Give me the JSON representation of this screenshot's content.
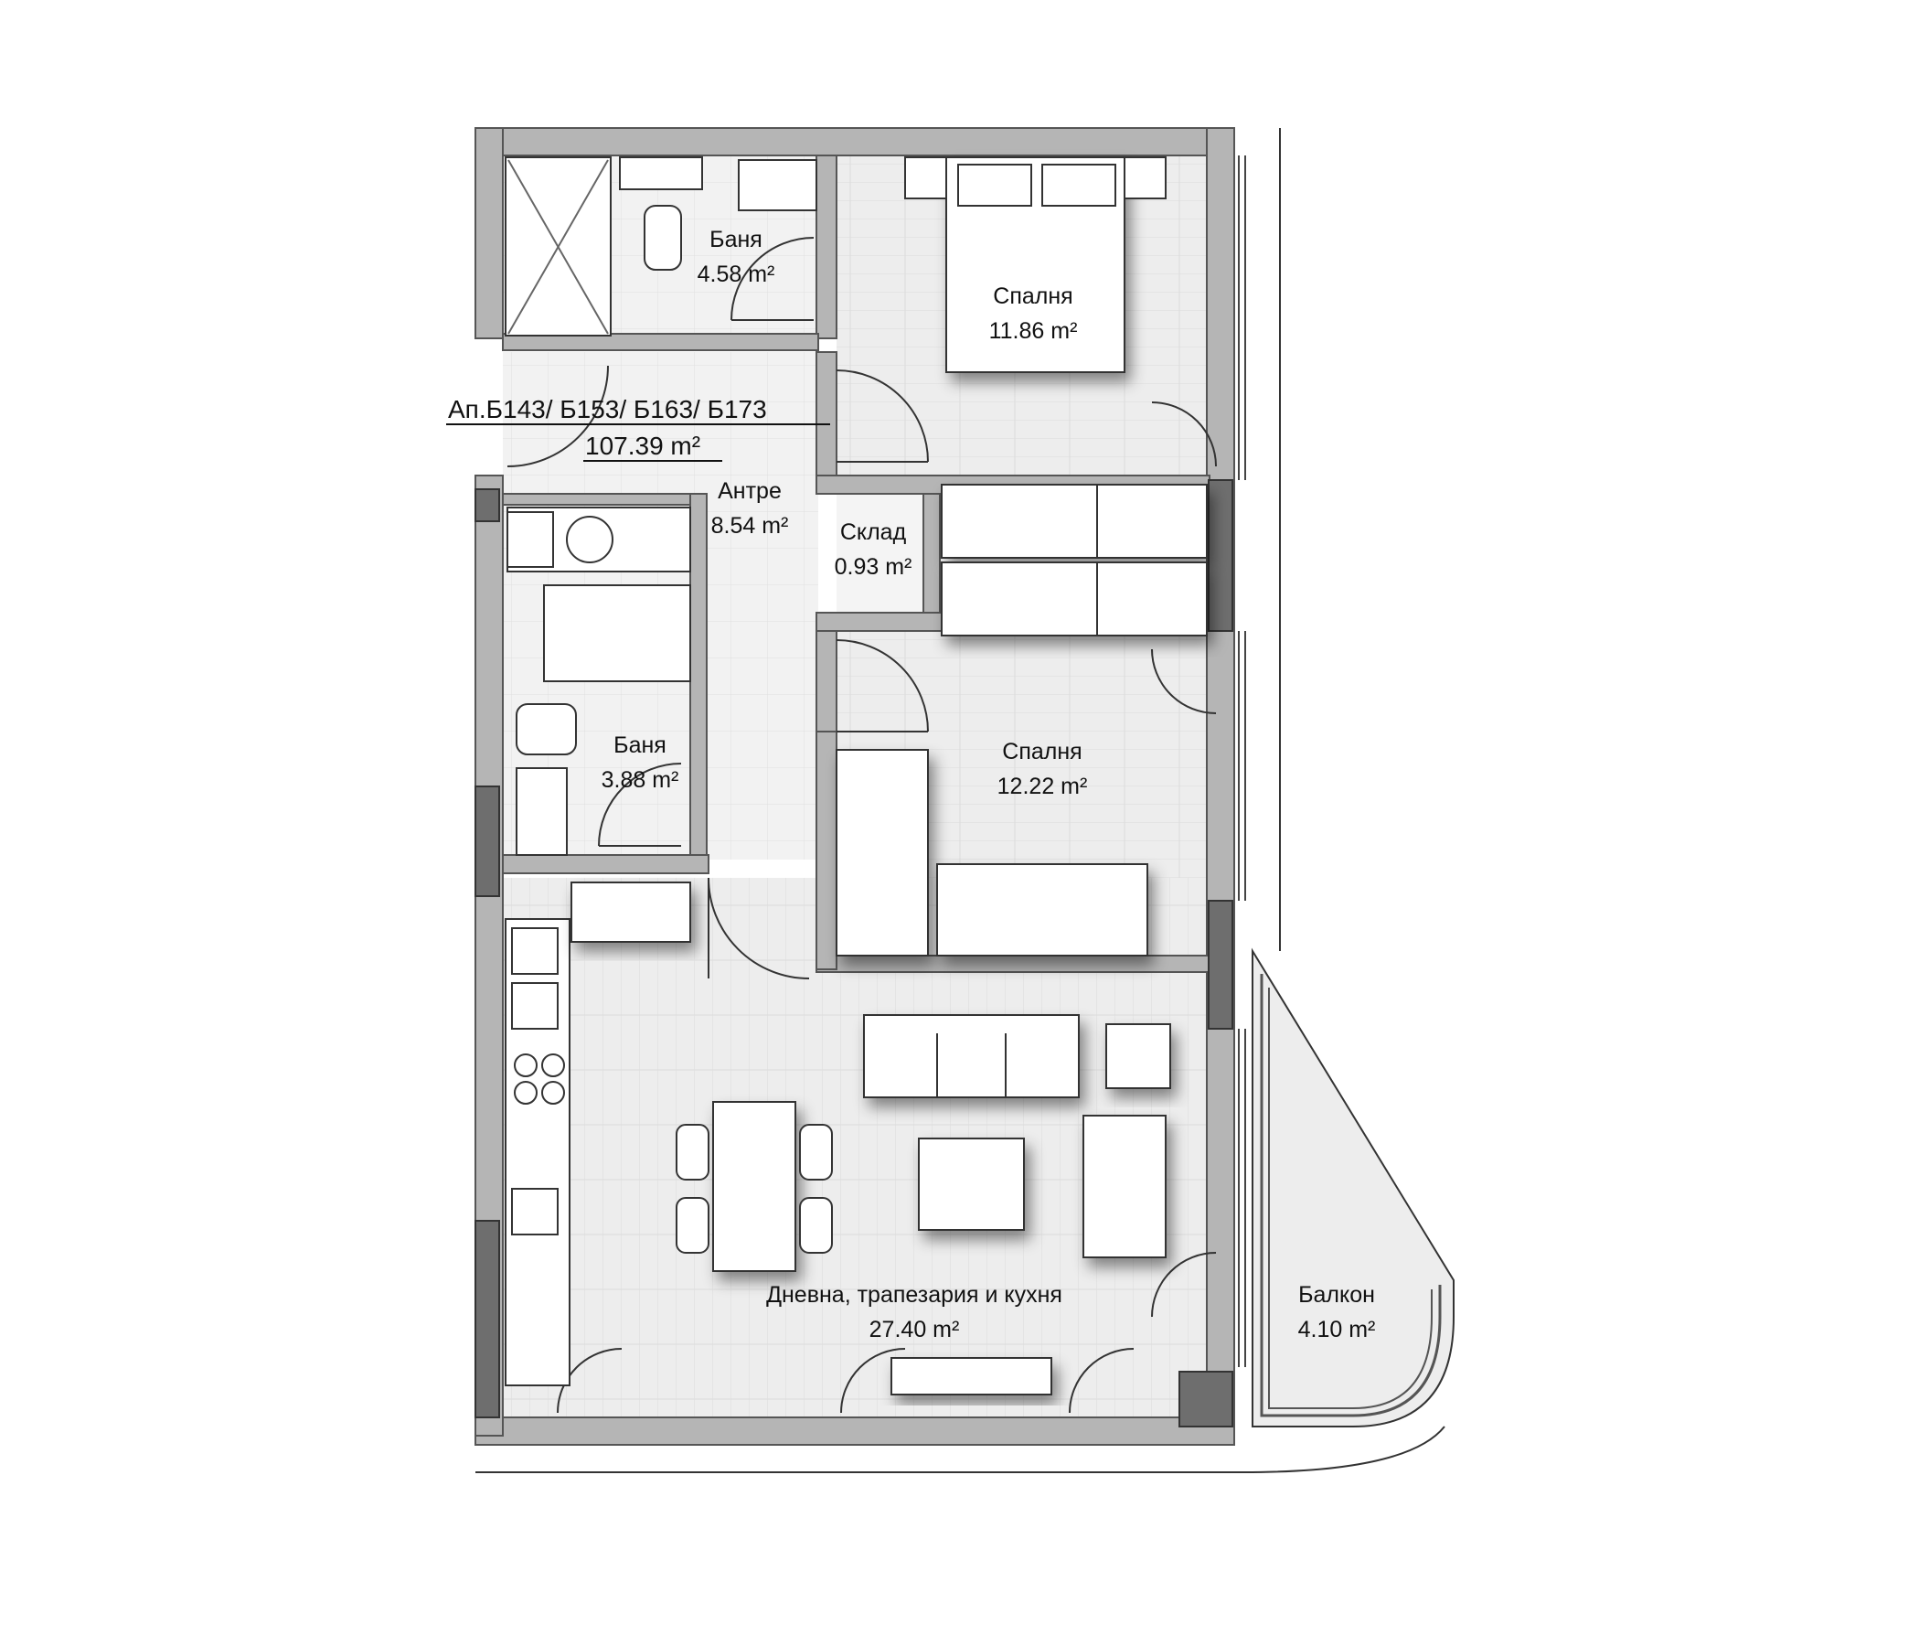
{
  "apartment": {
    "title": "Ап.Б143/ Б153/ Б163/ Б173",
    "area": "107.39 m²"
  },
  "rooms": {
    "bath_top": {
      "name": "Баня",
      "area": "4.58 m²"
    },
    "bedroom_top": {
      "name": "Спалня",
      "area": "11.86 m²"
    },
    "hall": {
      "name": "Антре",
      "area": "8.54 m²"
    },
    "storage": {
      "name": "Склад",
      "area": "0.93 m²"
    },
    "bath_mid": {
      "name": "Баня",
      "area": "3.88 m²"
    },
    "bedroom_mid": {
      "name": "Спалня",
      "area": "12.22 m²"
    },
    "living": {
      "name": "Дневна, трапезария и кухня",
      "area": "27.40 m²"
    },
    "balcony": {
      "name": "Балкон",
      "area": "4.10 m²"
    }
  },
  "colors": {
    "wall": "#9a9a9a",
    "wall_dark": "#6e6e6e",
    "floor": "#eeeeee",
    "furniture": "#ffffff",
    "line": "#333333"
  }
}
